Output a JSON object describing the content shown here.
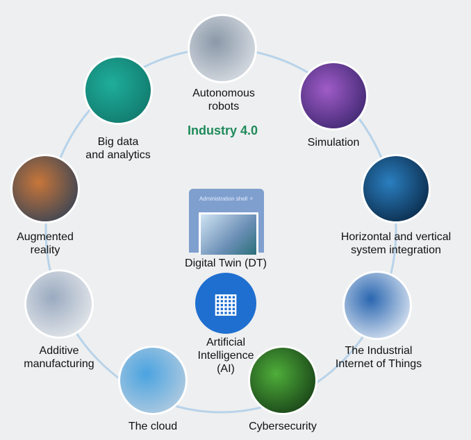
{
  "title": "Industry 4.0",
  "nodes": [
    {
      "label": "Autonomous\nrobots",
      "colors": [
        "#e9ecf0",
        "#8a98a8"
      ]
    },
    {
      "label": "Big data\nand analytics",
      "colors": [
        "#0e6e64",
        "#1fae9a"
      ]
    },
    {
      "label": "Simulation",
      "colors": [
        "#2a1c5e",
        "#a05cc8"
      ]
    },
    {
      "label": "Horizontal and vertical\nsystem integration",
      "colors": [
        "#031830",
        "#2b7fc0"
      ]
    },
    {
      "label": "Augmented\nreality",
      "colors": [
        "#1c3a5a",
        "#c8763a"
      ]
    },
    {
      "label": "The Industrial\nInternet of Things",
      "colors": [
        "#ffffff",
        "#2a66b0"
      ]
    },
    {
      "label": "Additive\nmanufacturing",
      "colors": [
        "#f4f4f4",
        "#9aaac0"
      ]
    },
    {
      "label": "The cloud",
      "colors": [
        "#c8d4e0",
        "#4aa3e0"
      ]
    },
    {
      "label": "Cybersecurity",
      "colors": [
        "#0c2a10",
        "#4fae3a"
      ]
    }
  ],
  "center": {
    "shell_caption": "Administration shell ✧",
    "digital_twin": "Digital Twin (DT)",
    "ai_label": "Artificial\nIntelligence\n(AI)"
  },
  "ring_color": "#b7d3ea"
}
